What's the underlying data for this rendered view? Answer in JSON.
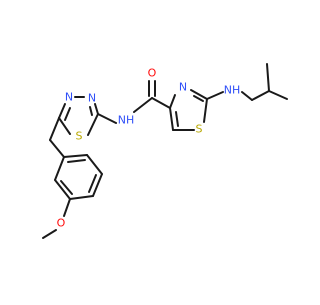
{
  "colors": {
    "bond": "#1a1a1a",
    "nitrogen": "#3050f8",
    "oxygen": "#ff0d0d",
    "sulfur": "#b8a800",
    "background": "#ffffff"
  },
  "atom_labels": {
    "amide_o": "O",
    "amide_nh": "NH",
    "amine_nh": "NH",
    "thiazole_n": "N",
    "thiazole_s": "S",
    "thiadiazole_n1": "N",
    "thiadiazole_n2": "N",
    "thiadiazole_s": "S",
    "methoxy_o": "O"
  }
}
